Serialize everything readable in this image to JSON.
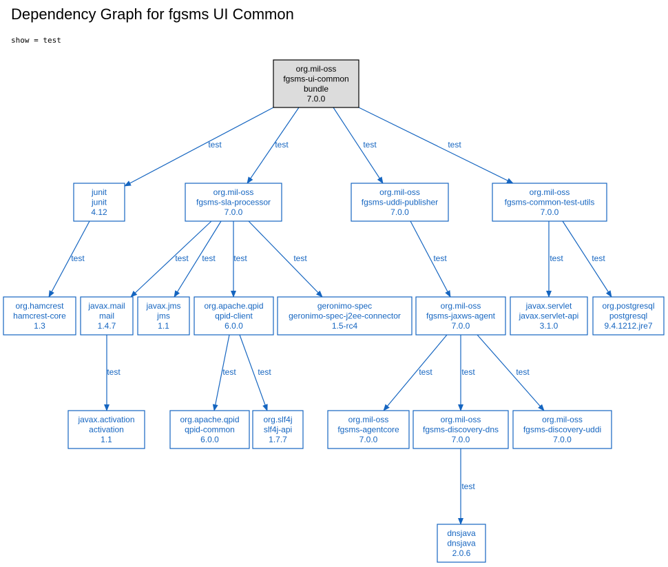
{
  "page": {
    "title": "Dependency Graph for fgsms UI Common",
    "filter": "show = test"
  },
  "colors": {
    "accent": "#1565c0",
    "root_fill": "#dcdcdc",
    "root_stroke": "#000000"
  },
  "graph": {
    "nodes": [
      {
        "id": "root",
        "lines": [
          "org.mil-oss",
          "fgsms-ui-common",
          "bundle",
          "7.0.0"
        ],
        "root": true
      },
      {
        "id": "junit",
        "lines": [
          "junit",
          "junit",
          "4.12"
        ]
      },
      {
        "id": "sla",
        "lines": [
          "org.mil-oss",
          "fgsms-sla-processor",
          "7.0.0"
        ]
      },
      {
        "id": "uddi-pub",
        "lines": [
          "org.mil-oss",
          "fgsms-uddi-publisher",
          "7.0.0"
        ]
      },
      {
        "id": "test-utils",
        "lines": [
          "org.mil-oss",
          "fgsms-common-test-utils",
          "7.0.0"
        ]
      },
      {
        "id": "hamcrest",
        "lines": [
          "org.hamcrest",
          "hamcrest-core",
          "1.3"
        ]
      },
      {
        "id": "mail",
        "lines": [
          "javax.mail",
          "mail",
          "1.4.7"
        ]
      },
      {
        "id": "jms",
        "lines": [
          "javax.jms",
          "jms",
          "1.1"
        ]
      },
      {
        "id": "qpid-client",
        "lines": [
          "org.apache.qpid",
          "qpid-client",
          "6.0.0"
        ]
      },
      {
        "id": "geronimo",
        "lines": [
          "geronimo-spec",
          "geronimo-spec-j2ee-connector",
          "1.5-rc4"
        ]
      },
      {
        "id": "jaxws",
        "lines": [
          "org.mil-oss",
          "fgsms-jaxws-agent",
          "7.0.0"
        ]
      },
      {
        "id": "servlet",
        "lines": [
          "javax.servlet",
          "javax.servlet-api",
          "3.1.0"
        ]
      },
      {
        "id": "postgres",
        "lines": [
          "org.postgresql",
          "postgresql",
          "9.4.1212.jre7"
        ]
      },
      {
        "id": "activation",
        "lines": [
          "javax.activation",
          "activation",
          "1.1"
        ]
      },
      {
        "id": "qpid-common",
        "lines": [
          "org.apache.qpid",
          "qpid-common",
          "6.0.0"
        ]
      },
      {
        "id": "slf4j",
        "lines": [
          "org.slf4j",
          "slf4j-api",
          "1.7.7"
        ]
      },
      {
        "id": "agentcore",
        "lines": [
          "org.mil-oss",
          "fgsms-agentcore",
          "7.0.0"
        ]
      },
      {
        "id": "disc-dns",
        "lines": [
          "org.mil-oss",
          "fgsms-discovery-dns",
          "7.0.0"
        ]
      },
      {
        "id": "disc-uddi",
        "lines": [
          "org.mil-oss",
          "fgsms-discovery-uddi",
          "7.0.0"
        ]
      },
      {
        "id": "dnsjava",
        "lines": [
          "dnsjava",
          "dnsjava",
          "2.0.6"
        ]
      }
    ],
    "edges": [
      {
        "from": "root",
        "to": "junit",
        "label": "test"
      },
      {
        "from": "root",
        "to": "sla",
        "label": "test"
      },
      {
        "from": "root",
        "to": "uddi-pub",
        "label": "test"
      },
      {
        "from": "root",
        "to": "test-utils",
        "label": "test"
      },
      {
        "from": "junit",
        "to": "hamcrest",
        "label": "test"
      },
      {
        "from": "sla",
        "to": "mail",
        "label": "test"
      },
      {
        "from": "sla",
        "to": "jms",
        "label": "test"
      },
      {
        "from": "sla",
        "to": "qpid-client",
        "label": "test"
      },
      {
        "from": "sla",
        "to": "geronimo",
        "label": "test"
      },
      {
        "from": "uddi-pub",
        "to": "jaxws",
        "label": "test"
      },
      {
        "from": "test-utils",
        "to": "servlet",
        "label": "test"
      },
      {
        "from": "test-utils",
        "to": "postgres",
        "label": "test"
      },
      {
        "from": "mail",
        "to": "activation",
        "label": "test"
      },
      {
        "from": "qpid-client",
        "to": "qpid-common",
        "label": "test"
      },
      {
        "from": "qpid-client",
        "to": "slf4j",
        "label": "test"
      },
      {
        "from": "jaxws",
        "to": "agentcore",
        "label": "test"
      },
      {
        "from": "jaxws",
        "to": "disc-dns",
        "label": "test"
      },
      {
        "from": "jaxws",
        "to": "disc-uddi",
        "label": "test"
      },
      {
        "from": "disc-dns",
        "to": "dnsjava",
        "label": "test"
      }
    ]
  }
}
